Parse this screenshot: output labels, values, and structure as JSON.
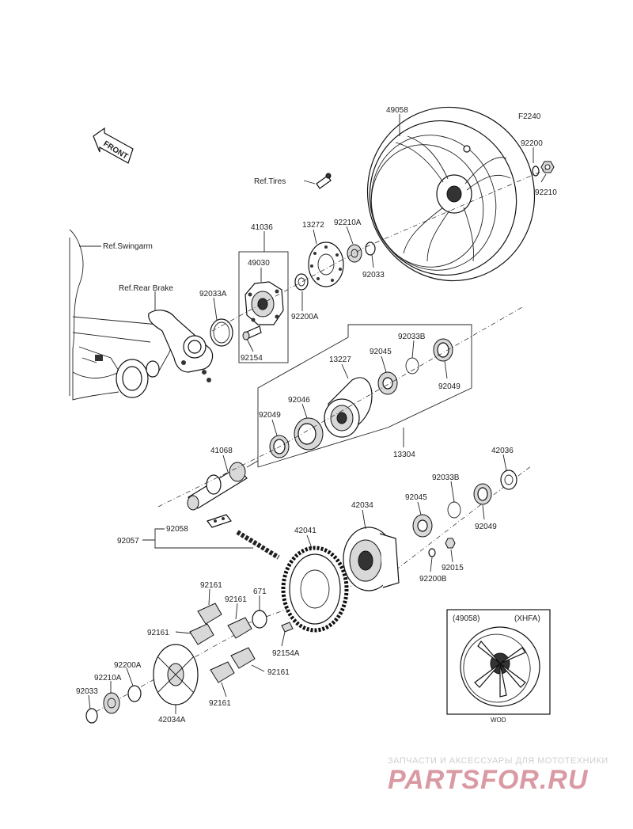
{
  "diagram_code": "F2240",
  "front_label": "FRONT",
  "refs": {
    "tires": "Ref.Tires",
    "swingarm": "Ref.Swingarm",
    "rear_brake": "Ref.Rear Brake"
  },
  "parts": {
    "p49058": "49058",
    "p92200": "92200",
    "p92210": "92210",
    "p41036": "41036",
    "p13272": "13272",
    "p92210A_top": "92210A",
    "p49030": "49030",
    "p92033": "92033",
    "p92033A": "92033A",
    "p92200A_top": "92200A",
    "p92154": "92154",
    "p92033B_top": "92033B",
    "p92045_top": "92045",
    "p13227": "13227",
    "p92049_right": "92049",
    "p92046": "92046",
    "p92049_left": "92049",
    "p13304": "13304",
    "p41068": "41068",
    "p42036": "42036",
    "p92033B_mid": "92033B",
    "p92045_mid": "92045",
    "p42034": "42034",
    "p92049_mid": "92049",
    "p92057": "92057",
    "p92058": "92058",
    "p42041": "42041",
    "p92200B": "92200B",
    "p92015": "92015",
    "p92161_a": "92161",
    "p92161_b": "92161",
    "p671": "671",
    "p92161_c": "92161",
    "p92154A": "92154A",
    "p92200A_bot": "92200A",
    "p92210A_bot": "92210A",
    "p92161_d": "92161",
    "p92033_bot": "92033",
    "p42034A": "42034A",
    "p92161_e": "92161"
  },
  "inset": {
    "part": "(49058)",
    "variant": "(XHFA)",
    "caption": "WOD"
  },
  "watermark": {
    "tagline": "ЗАПЧАСТИ И АКСЕССУАРЫ ДЛЯ МОТОТЕХНИКИ",
    "brand": "PARTSFOR.RU",
    "brand_color": "#d99aa3"
  }
}
